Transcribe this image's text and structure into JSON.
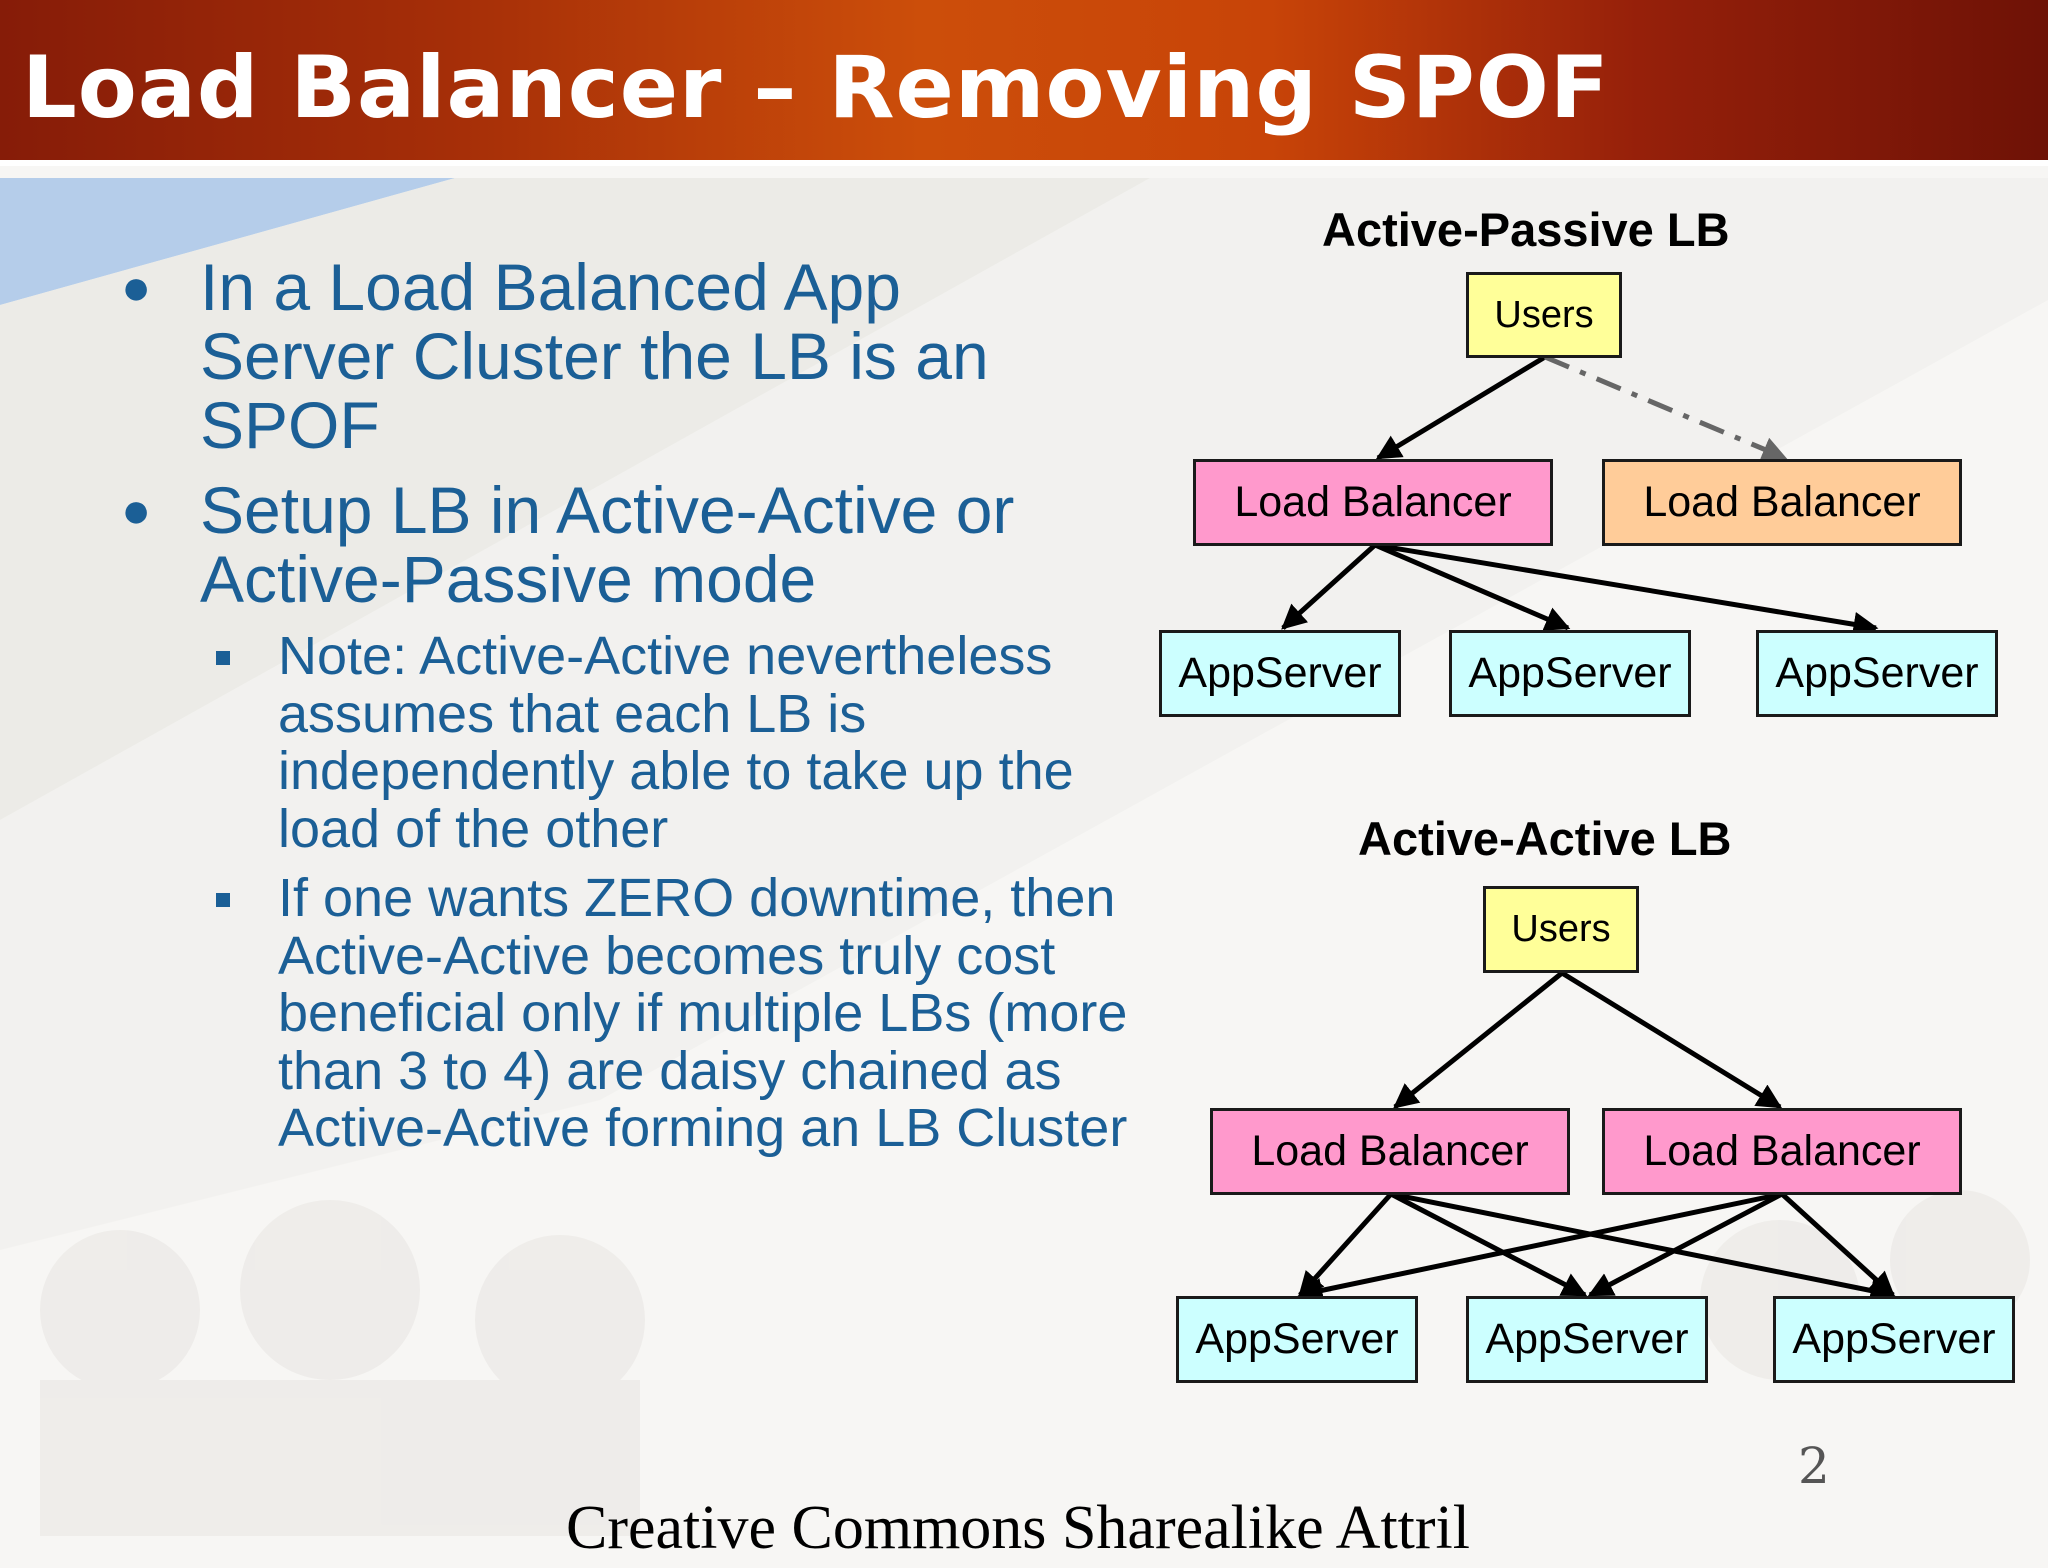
{
  "slide": {
    "title": "Load Balancer – Removing SPOF",
    "bullets": [
      {
        "text": "In a Load Balanced App Server Cluster the LB is an SPOF"
      },
      {
        "text": "Setup LB in Active-Active or Active-Passive mode"
      }
    ],
    "sub_bullets": [
      {
        "text": "Note: Active-Active nevertheless assumes that each LB is independently able to take up the load of the other"
      },
      {
        "text": "If one wants ZERO downtime, then Active-Active becomes truly cost beneficial only if multiple LBs (more than 3 to 4) are daisy chained as Active-Active forming an LB Cluster"
      }
    ],
    "slide_number": "2",
    "license_text": "Creative Commons Sharealike Attril"
  },
  "diagrams": {
    "active_passive": {
      "title": "Active-Passive LB",
      "users": "Users",
      "lb_active": "Load Balancer",
      "lb_passive": "Load Balancer",
      "app_servers": [
        "AppServer",
        "AppServer",
        "AppServer"
      ]
    },
    "active_active": {
      "title": "Active-Active LB",
      "users": "Users",
      "lb_1": "Load Balancer",
      "lb_2": "Load Balancer",
      "app_servers": [
        "AppServer",
        "AppServer",
        "AppServer"
      ]
    }
  },
  "colors": {
    "header_dark": "#861c08",
    "header_orange": "#cc4e0a",
    "bullet_text": "#1b5f96",
    "users_fill": "#ffff99",
    "lb_active_fill": "#ff99cc",
    "lb_passive_fill": "#ffcc99",
    "appserver_fill": "#ccffff"
  }
}
